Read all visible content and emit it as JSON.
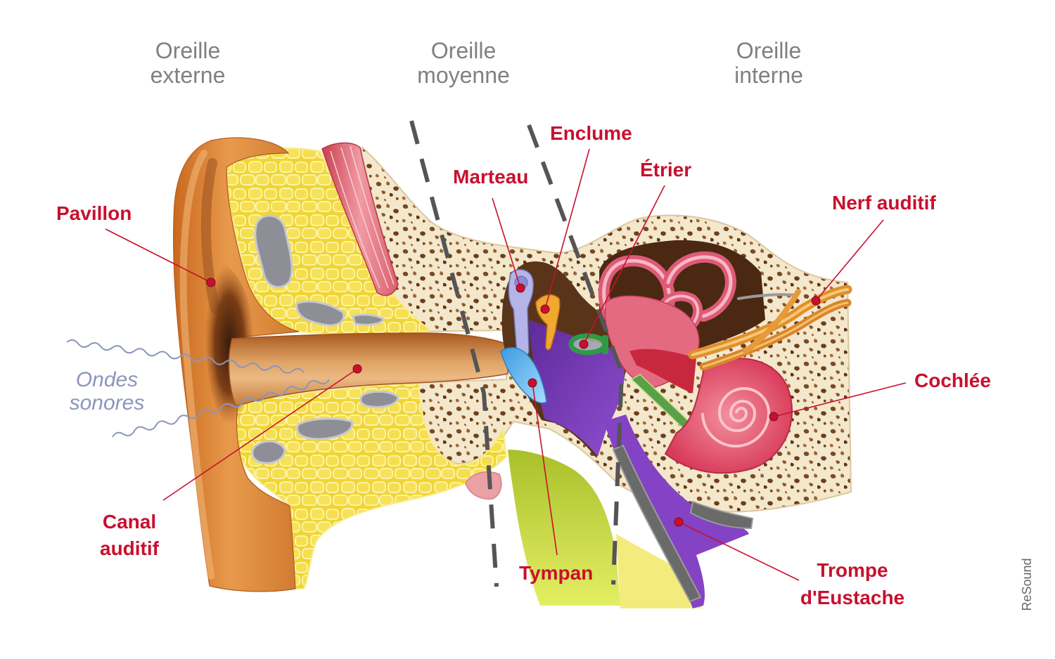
{
  "headers": {
    "outer": {
      "line1": "Oreille",
      "line2": "externe"
    },
    "middle": {
      "line1": "Oreille",
      "line2": "moyenne"
    },
    "inner": {
      "line1": "Oreille",
      "line2": "interne"
    }
  },
  "labels": {
    "pavillon": "Pavillon",
    "canal": {
      "line1": "Canal",
      "line2": "auditif"
    },
    "marteau": "Marteau",
    "enclume": "Enclume",
    "etrier": "Étrier",
    "nerf": "Nerf auditif",
    "cochlee": "Cochlée",
    "tympan": "Tympan",
    "trompe": {
      "line1": "Trompe",
      "line2": "d'Eustache"
    }
  },
  "waves": {
    "line1": "Ondes",
    "line2": "sonores"
  },
  "brand": "ReSound",
  "colors": {
    "label": "#c8102e",
    "header": "#808080",
    "waves": "#8a96bb",
    "divider": "#555555",
    "brand": "#666666"
  }
}
